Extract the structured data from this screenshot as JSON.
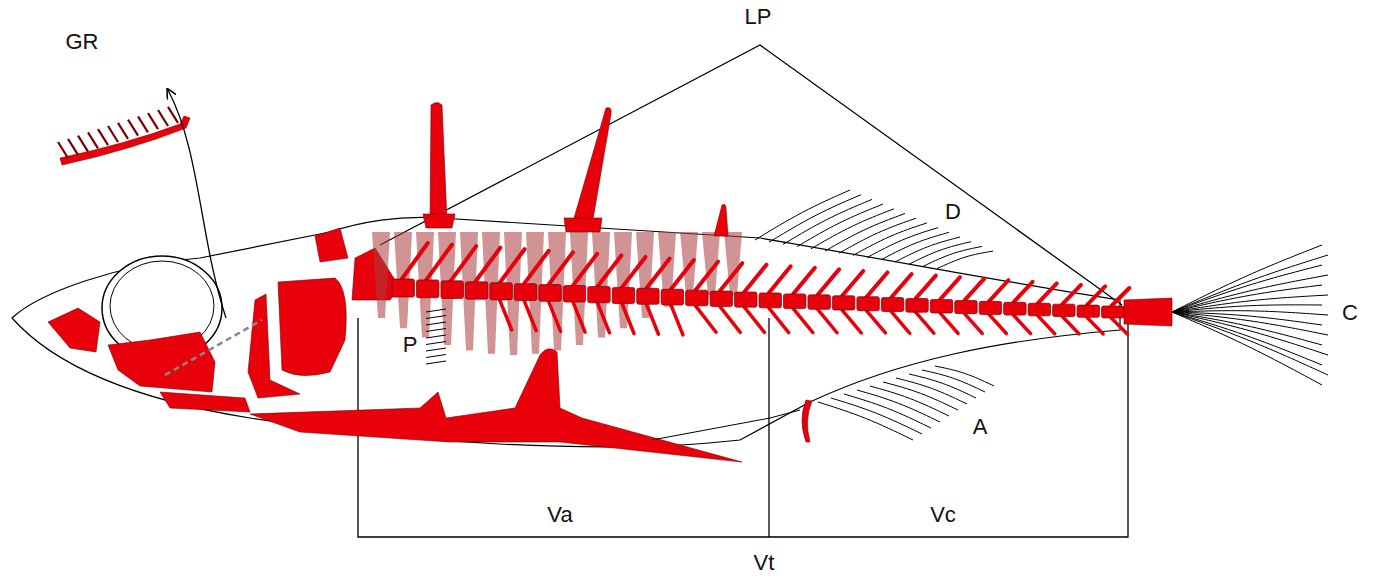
{
  "diagram": {
    "labels": [
      "GR",
      "LP",
      "D",
      "C",
      "P",
      "A",
      "Va",
      "Vc",
      "Vt"
    ]
  }
}
